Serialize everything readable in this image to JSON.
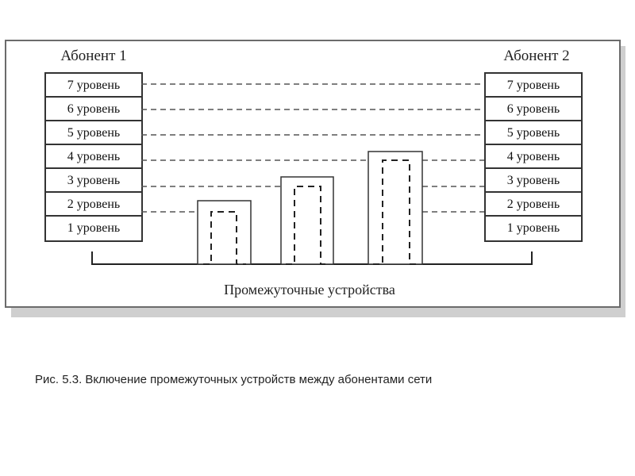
{
  "subscriber_left": {
    "title": "Абонент 1",
    "layers": [
      "7 уровень",
      "6 уровень",
      "5 уровень",
      "4 уровень",
      "3 уровень",
      "2 уровень",
      "1 уровень"
    ]
  },
  "subscriber_right": {
    "title": "Абонент 2",
    "layers": [
      "7 уровень",
      "6 уровень",
      "5 уровень",
      "4 уровень",
      "3 уровень",
      "2 уровень",
      "1 уровень"
    ]
  },
  "intermediate_devices_label": "Промежуточные устройства",
  "intermediate_devices": [
    {
      "top_layer": 2
    },
    {
      "top_layer": 3
    },
    {
      "top_layer": 4
    }
  ],
  "caption": "Рис. 5.3.  Включение промежуточных устройств между абонентами сети"
}
